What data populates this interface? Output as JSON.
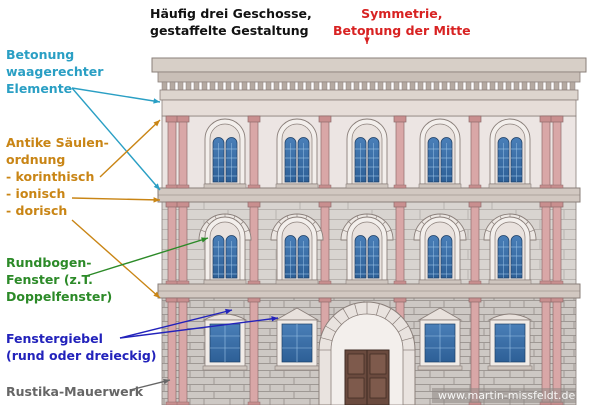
{
  "labels": {
    "title_left": "Häufig drei Geschosse,\ngestaffelte Gestaltung",
    "title_right": "Symmetrie,\nBetonung der Mitte",
    "horizontal": "Betonung\nwaagerechter\nElemente",
    "columns": "Antike Säulen-\nordnung\n- korinthisch\n- ionisch\n- dorisch",
    "windows": "Rundbogen-\nFenster (z.T.\nDoppelfenster)",
    "gables": "Fenstergiebel\n(rund oder dreieckig)",
    "rustica": "Rustika-Mauerwerk",
    "watermark": "www.martin-missfeldt.de"
  },
  "colors": {
    "teal": "#2a9fc4",
    "orange": "#c98515",
    "green": "#2c8a28",
    "blue": "#2222bb",
    "red": "#d82222",
    "gray": "#666666",
    "black": "#111111"
  }
}
